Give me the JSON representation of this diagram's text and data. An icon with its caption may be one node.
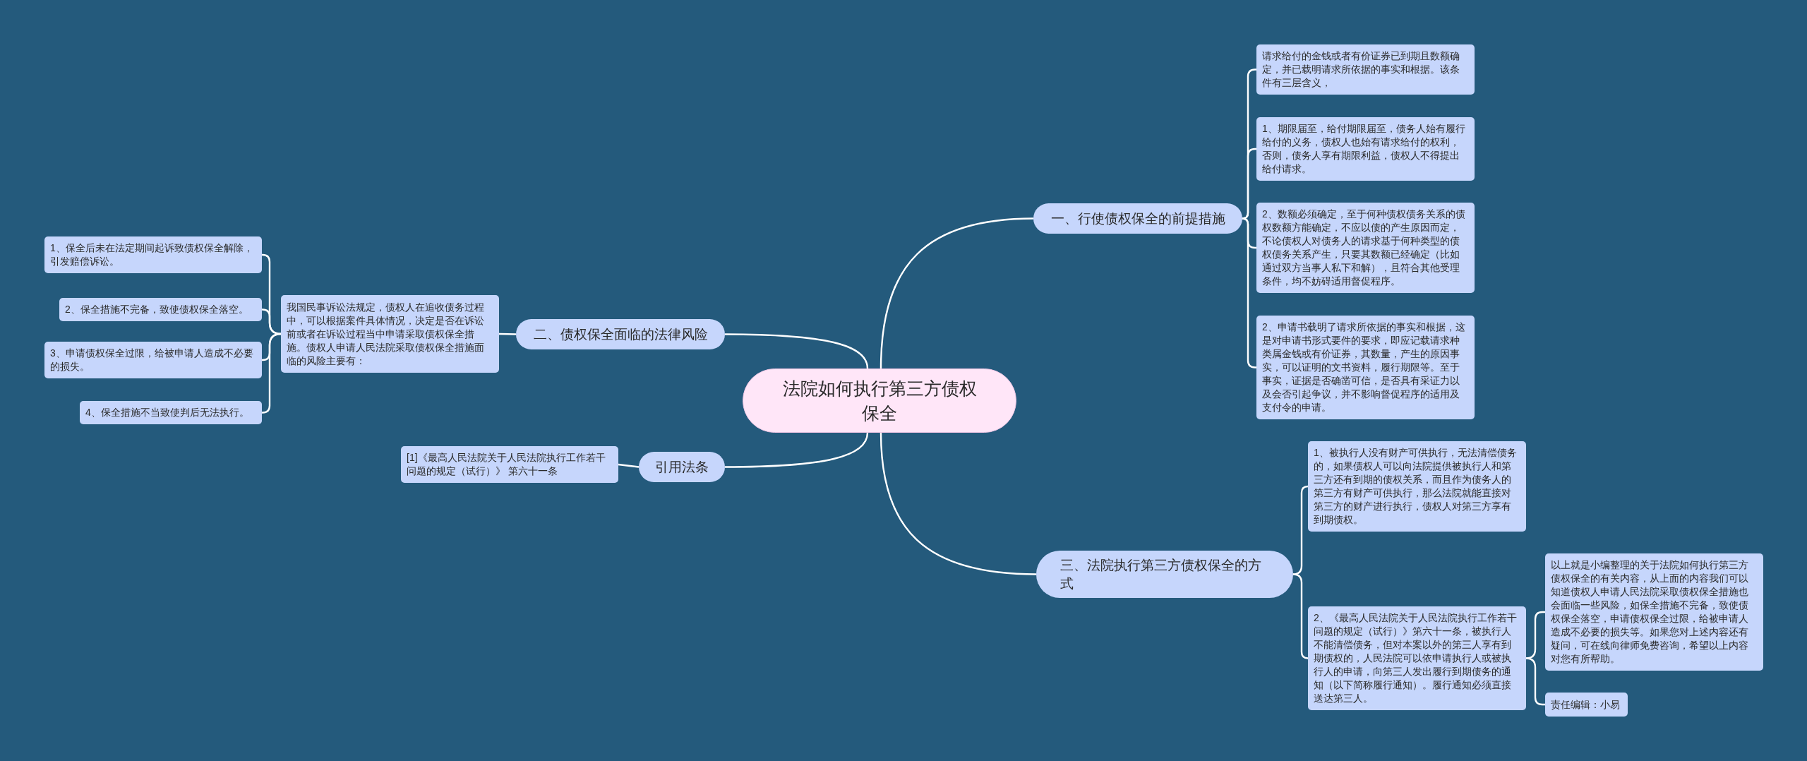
{
  "diagram": {
    "nodes": [
      {
        "text": [
          "法院如何执行第三方债权保全"
        ]
      },
      {
        "text": [
          "一、行使债权保全的前提措施"
        ]
      },
      {
        "text": [
          "请求给付的金钱或者有价证券已到期且数额确定，并已载明请求所依据的事实和根据。该条件有三层含义，"
        ]
      },
      {
        "text": [
          "1、期限届至，给付期限届至，债务人始有履行给付的义务，债权人也始有请求给付的权利，否则，债务人享有期限利益，债权人不得提出给付请求。"
        ]
      },
      {
        "text": [
          "2、数额必须确定，至于何种债权债务关系的债权数额方能确定，不应以债的产生原因而定，不论债权人对债务人的请求基于何种类型的债权债务关系产生，只要其数额已经确定（比如通过双方当事人私下和解），且符合其他受理条件，均不妨碍适用督促程序。"
        ]
      },
      {
        "text": [
          "2、申请书载明了请求所依据的事实和根据，这是对申请书形式要件的要求，即应记载请求种类属金钱或有价证券，其数量，产生的原因事实，可以证明的文书资料，履行期限等。至于事实，证据是否确凿可信，是否具有采证力以及会否引起争议，并不影响督促程序的适用及支付令的申请。"
        ]
      },
      {
        "text": [
          "二、债权保全面临的法律风险"
        ]
      },
      {
        "text": [
          "我国民事诉讼法规定，债权人在追收债务过程中，可以根据案件具体情况，决定是否在诉讼前或者在诉讼过程当中申请采取债权保全措施。债权人申请人民法院采取债权保全措施面临的风险主要有："
        ]
      },
      {
        "text": [
          "1、保全后未在法定期间起诉致债权保全解除，引发赔偿诉讼。"
        ]
      },
      {
        "text": [
          "2、保全措施不完备，致使债权保全落空。"
        ]
      },
      {
        "text": [
          "3、申请债权保全过限，给被申请人造成不必要的损失。"
        ]
      },
      {
        "text": [
          "4、保全措施不当致使判后无法执行。"
        ]
      },
      {
        "text": [
          "引用法条"
        ]
      },
      {
        "text": [
          "[1]《最高人民法院关于人民法院执行工作若干问题的规定（试行）》 第六十一条"
        ]
      },
      {
        "text": [
          "三、法院执行第三方债权保全的方式"
        ]
      },
      {
        "text": [
          "1、被执行人没有财产可供执行，无法清偿债务的，如果债权人可以向法院提供被执行人和第三方还有到期的债权关系，而且作为债务人的第三方有财产可供执行，那么法院就能直接对第三方的财产进行执行，债权人对第三方享有到期债权。"
        ]
      },
      {
        "text": [
          "2、《最高人民法院关于人民法院执行工作若干问题的规定（试行）》第六十一条，被执行人不能清偿债务，但对本案以外的第三人享有到期债权的，人民法院可以依申请执行人或被执行人的申请，向第三人发出履行到期债务的通知（以下简称履行通知）。履行通知必须直接送达第三人。"
        ]
      },
      {
        "text": [
          "以上就是小编整理的关于法院如何执行第三方债权保全的有关内容，从上面的内容我们可以知道债权人申请人民法院采取债权保全措施也会面临一些风险，如保全措施不完备，致使债权保全落空，申请债权保全过限，给被申请人造成不必要的损失等。如果您对上述内容还有疑问，可在线向律师免费咨询，希望以上内容对您有所帮助。"
        ]
      },
      {
        "text": [
          "责任编辑：小易"
        ]
      }
    ],
    "edges": [
      {
        "from": 0,
        "to": 1,
        "arrow": "none"
      },
      {
        "from": 1,
        "to": 2,
        "arrow": "none"
      },
      {
        "from": 1,
        "to": 3,
        "arrow": "none"
      },
      {
        "from": 1,
        "to": 4,
        "arrow": "none"
      },
      {
        "from": 1,
        "to": 5,
        "arrow": "none"
      },
      {
        "from": 0,
        "to": 6,
        "arrow": "none"
      },
      {
        "from": 6,
        "to": 7,
        "arrow": "none"
      },
      {
        "from": 7,
        "to": 8,
        "arrow": "none"
      },
      {
        "from": 7,
        "to": 9,
        "arrow": "none"
      },
      {
        "from": 7,
        "to": 10,
        "arrow": "none"
      },
      {
        "from": 7,
        "to": 11,
        "arrow": "none"
      },
      {
        "from": 0,
        "to": 12,
        "arrow": "none"
      },
      {
        "from": 12,
        "to": 13,
        "arrow": "none"
      },
      {
        "from": 0,
        "to": 14,
        "arrow": "none"
      },
      {
        "from": 14,
        "to": 15,
        "arrow": "none"
      },
      {
        "from": 14,
        "to": 16,
        "arrow": "none"
      },
      {
        "from": 16,
        "to": 17,
        "arrow": "none"
      },
      {
        "from": 16,
        "to": 18,
        "arrow": "none"
      }
    ]
  }
}
